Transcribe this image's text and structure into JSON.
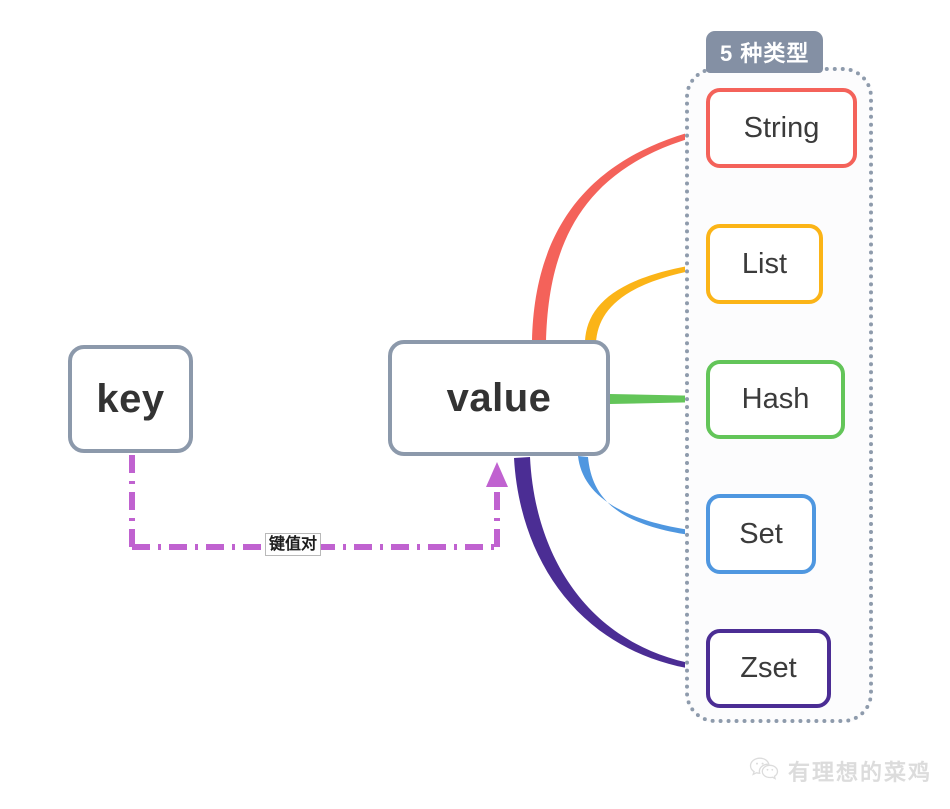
{
  "diagram": {
    "title": "Redis key-value data types mind map",
    "nodes": {
      "key": {
        "label": "key"
      },
      "value": {
        "label": "value"
      }
    },
    "group": {
      "badge_label": "5 种类型",
      "badge_color": "#8490a4",
      "border_color": "#8e9bac"
    },
    "types": [
      {
        "label": "String",
        "color": "#f4625a"
      },
      {
        "label": "List",
        "color": "#fbb417"
      },
      {
        "label": "Hash",
        "color": "#63c559"
      },
      {
        "label": "Set",
        "color": "#4f97e0"
      },
      {
        "label": "Zset",
        "color": "#4b2d94"
      }
    ],
    "relation": {
      "label": "键值对",
      "line_color": "#c062d0"
    },
    "colors": {
      "primary_border": "#8c99ab",
      "text": "#333333",
      "background": "#ffffff"
    }
  },
  "watermark": {
    "text": "有理想的菜鸡",
    "icon": "wechat-icon"
  }
}
